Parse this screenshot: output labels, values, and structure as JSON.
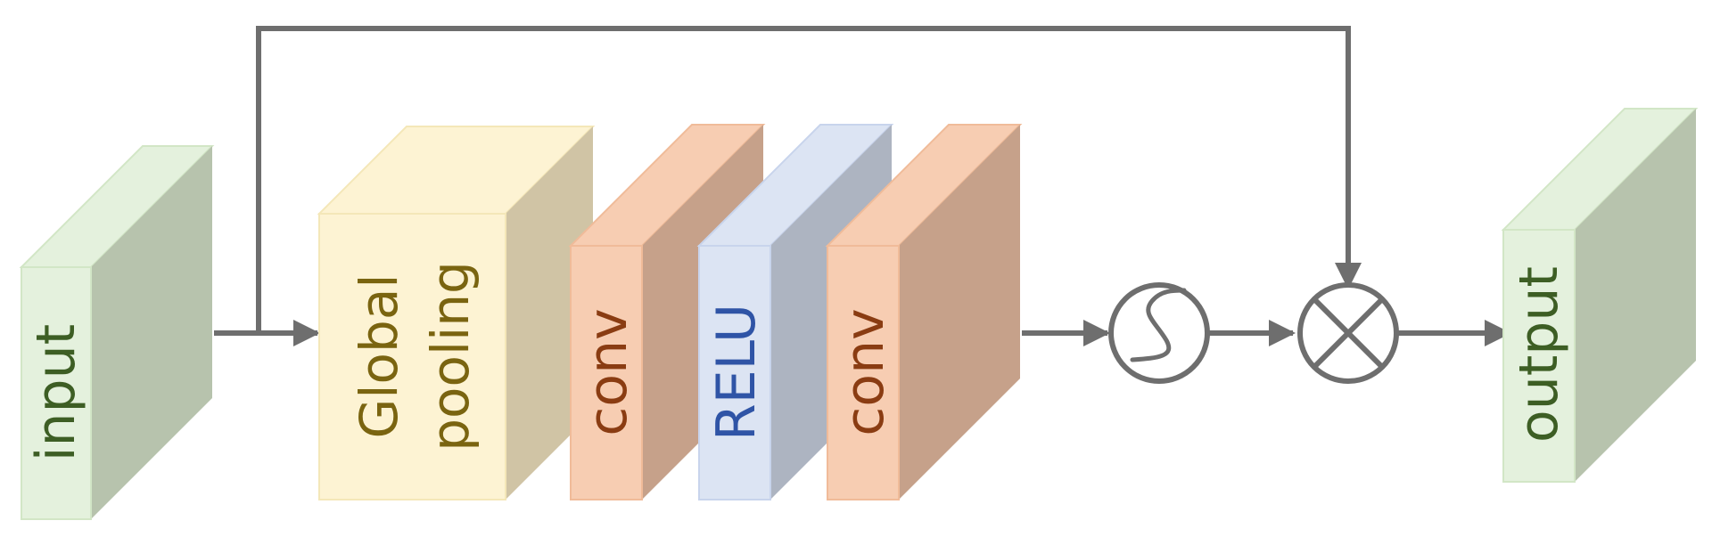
{
  "blocks": {
    "input": {
      "label": "input",
      "text_color": "#3d5e24"
    },
    "global_pooling": {
      "line1": "Global",
      "line2": "pooling",
      "text_color": "#7a6410"
    },
    "conv1": {
      "label": "conv",
      "text_color": "#8a3c12"
    },
    "relu": {
      "label": "RELU",
      "text_color": "#2f54a6"
    },
    "conv2": {
      "label": "conv",
      "text_color": "#8a3c12"
    },
    "output": {
      "label": "output",
      "text_color": "#3d5e24"
    }
  },
  "operators": {
    "sigmoid": {
      "icon": "sigmoid-icon"
    },
    "multiply": {
      "icon": "multiply-icon"
    }
  },
  "colors": {
    "arrow": "#6e6e6e",
    "green_front": "#e4f1dd",
    "green_side": "#b7c3ad",
    "yellow_front": "#fdf3d3",
    "yellow_side": "#d0c4a5",
    "orange_front": "#f7cdb2",
    "orange_side": "#c6a18a",
    "blue_front": "#dce4f3",
    "blue_side": "#adb4c1"
  }
}
